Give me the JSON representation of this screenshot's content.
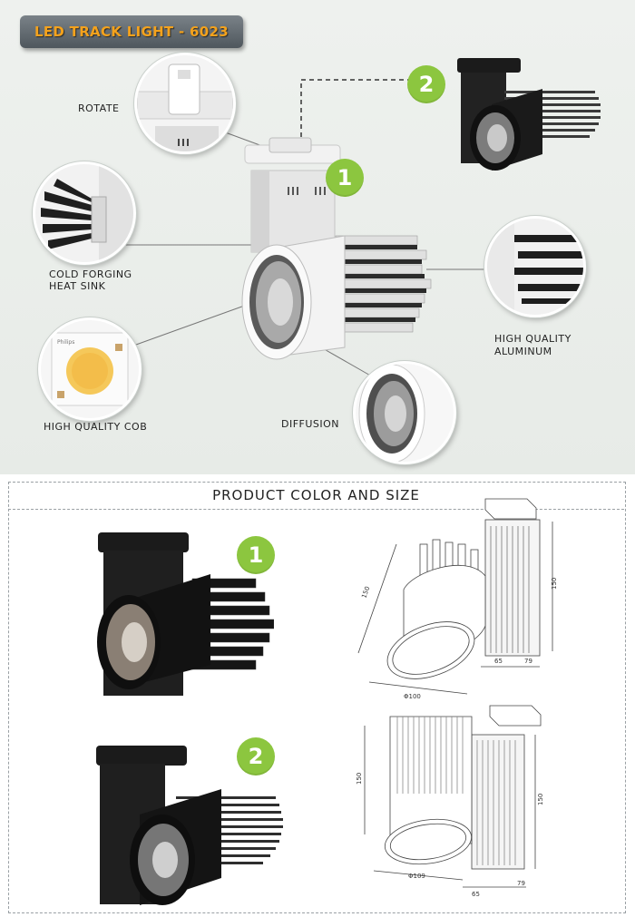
{
  "title": "LED TRACK LIGHT - 6023",
  "features": {
    "rotate": "ROTATE",
    "heat_sink": "COLD FORGING\nHEAT SINK",
    "heat_sink_line1": "COLD FORGING",
    "heat_sink_line2": "HEAT SINK",
    "cob": "HIGH QUALITY COB",
    "diffusion": "DIFFUSION",
    "aluminum_line1": "HIGH QUALITY",
    "aluminum_line2": "ALUMINUM"
  },
  "badges": {
    "one": "1",
    "two": "2"
  },
  "cob_marking": "Philips",
  "section_title": "PRODUCT COLOR AND SIZE",
  "dimensions": {
    "model1": {
      "height": "150",
      "length": "150",
      "diameter": "Φ100",
      "depth": "65",
      "width": "79"
    },
    "model2": {
      "height": "150",
      "length": "150",
      "diameter": "Φ109",
      "depth": "65",
      "width": "79"
    }
  },
  "colors": {
    "accent_orange": "#f4a21c",
    "badge_green": "#8cc63f",
    "title_bg": "#5a6268"
  }
}
